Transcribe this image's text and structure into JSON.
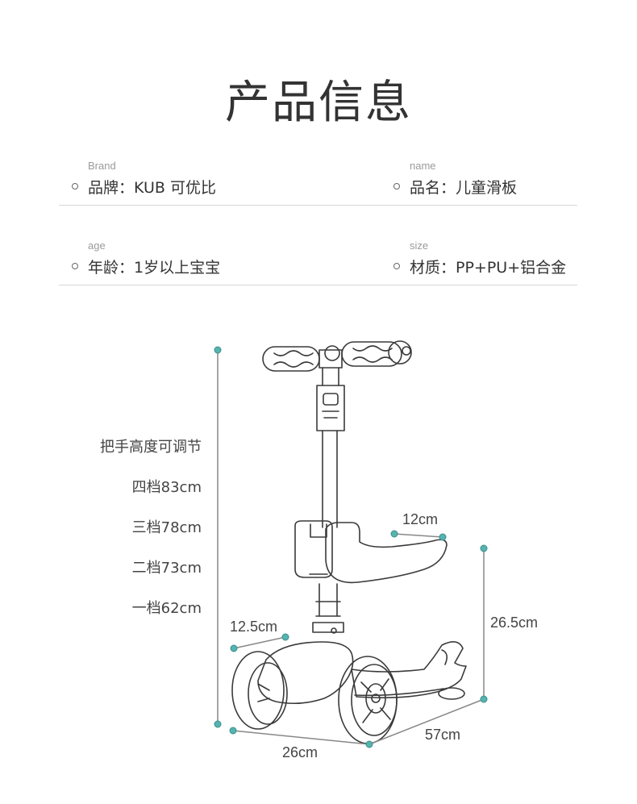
{
  "title": "产品信息",
  "info": {
    "brand": {
      "en": "Brand",
      "label": "品牌：",
      "value": "KUB 可优比"
    },
    "name": {
      "en": "name",
      "label": "品名：",
      "value": "儿童滑板"
    },
    "age": {
      "en": "age",
      "label": "年龄：",
      "value": "1岁以上宝宝"
    },
    "size": {
      "en": "size",
      "label": "材质：",
      "value": "PP+PU+铝合金"
    }
  },
  "heights": {
    "heading": "把手高度可调节",
    "levels": [
      "四档83cm",
      "三档78cm",
      "二档73cm",
      "一档62cm"
    ]
  },
  "dimensions": {
    "seat": "12cm",
    "deck": "12.5cm",
    "rear_height": "26.5cm",
    "width": "26cm",
    "length": "57cm"
  },
  "colors": {
    "accent": "#55b3b0",
    "line": "#888888",
    "outline": "#3a3a3a"
  }
}
